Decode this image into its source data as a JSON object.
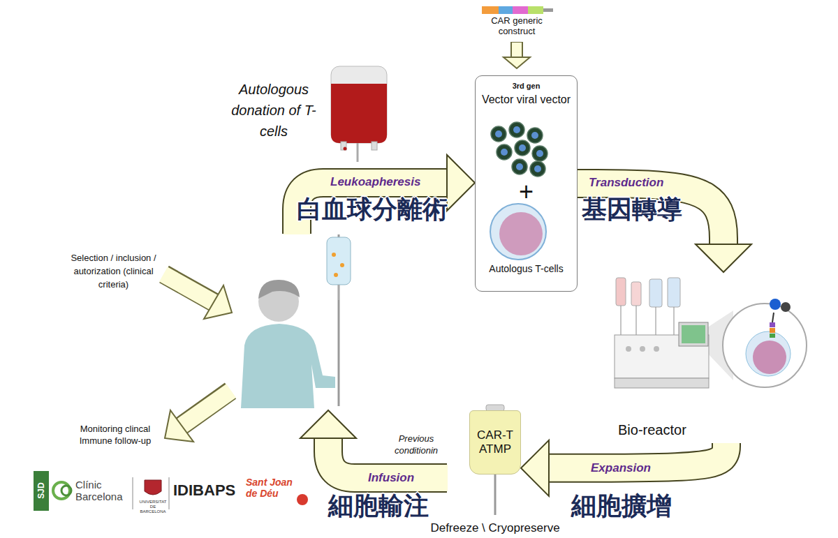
{
  "diagram": {
    "nodes": [
      {
        "text": [
          "3rd gen",
          "Vector viral vector",
          "+",
          "Autologus T-cells"
        ]
      },
      {
        "text": [
          "Bio-reactor"
        ]
      },
      {
        "text": [
          "CAR-T ATMP",
          "Defreeze \\ Cryopreserve"
        ]
      }
    ],
    "edges": [
      {
        "from": 0,
        "to": 1,
        "arrow": "to",
        "label": "Transduction"
      },
      {
        "from": 1,
        "to": 2,
        "arrow": "to",
        "label": "Expansion"
      }
    ],
    "labels": [
      "CAR generic construct",
      "Autologous donation of T-cells",
      "Leukoapheresis",
      "白血球分離術",
      "基因轉導",
      "Selection / inclusion / autorization (clinical criteria)",
      "Monitoring clincal Immune follow-up",
      "Previous conditionin",
      "Infusion",
      "細胞輸注",
      "細胞擴增",
      "SJD",
      "Clínic Barcelona",
      "UNIVERSITAT DE BARCELONA",
      "IDIBAPS",
      "Sant Joan de Déu"
    ]
  }
}
